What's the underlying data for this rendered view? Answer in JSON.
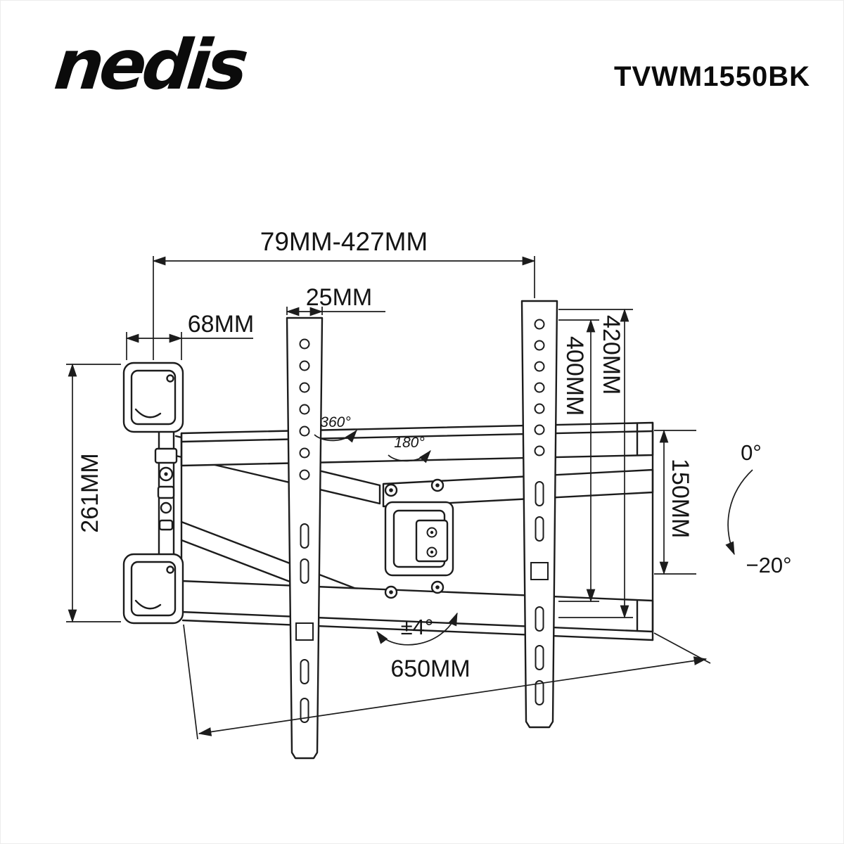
{
  "header": {
    "brand": "nedis",
    "model": "TVWM1550BK"
  },
  "dimensions": {
    "extension_range": "79MM-427MM",
    "rail_hole_width": "25MM",
    "wall_plate_width": "68MM",
    "wall_plate_height": "261MM",
    "vesa_height": "400MM",
    "rail_length": "420MM",
    "frame_height": "150MM",
    "frame_width": "650MM"
  },
  "angles": {
    "swivel_full": "360°",
    "swivel_half": "180°",
    "level_adjust": "±4°",
    "tilt_min": "0°",
    "tilt_max": "−20°"
  }
}
